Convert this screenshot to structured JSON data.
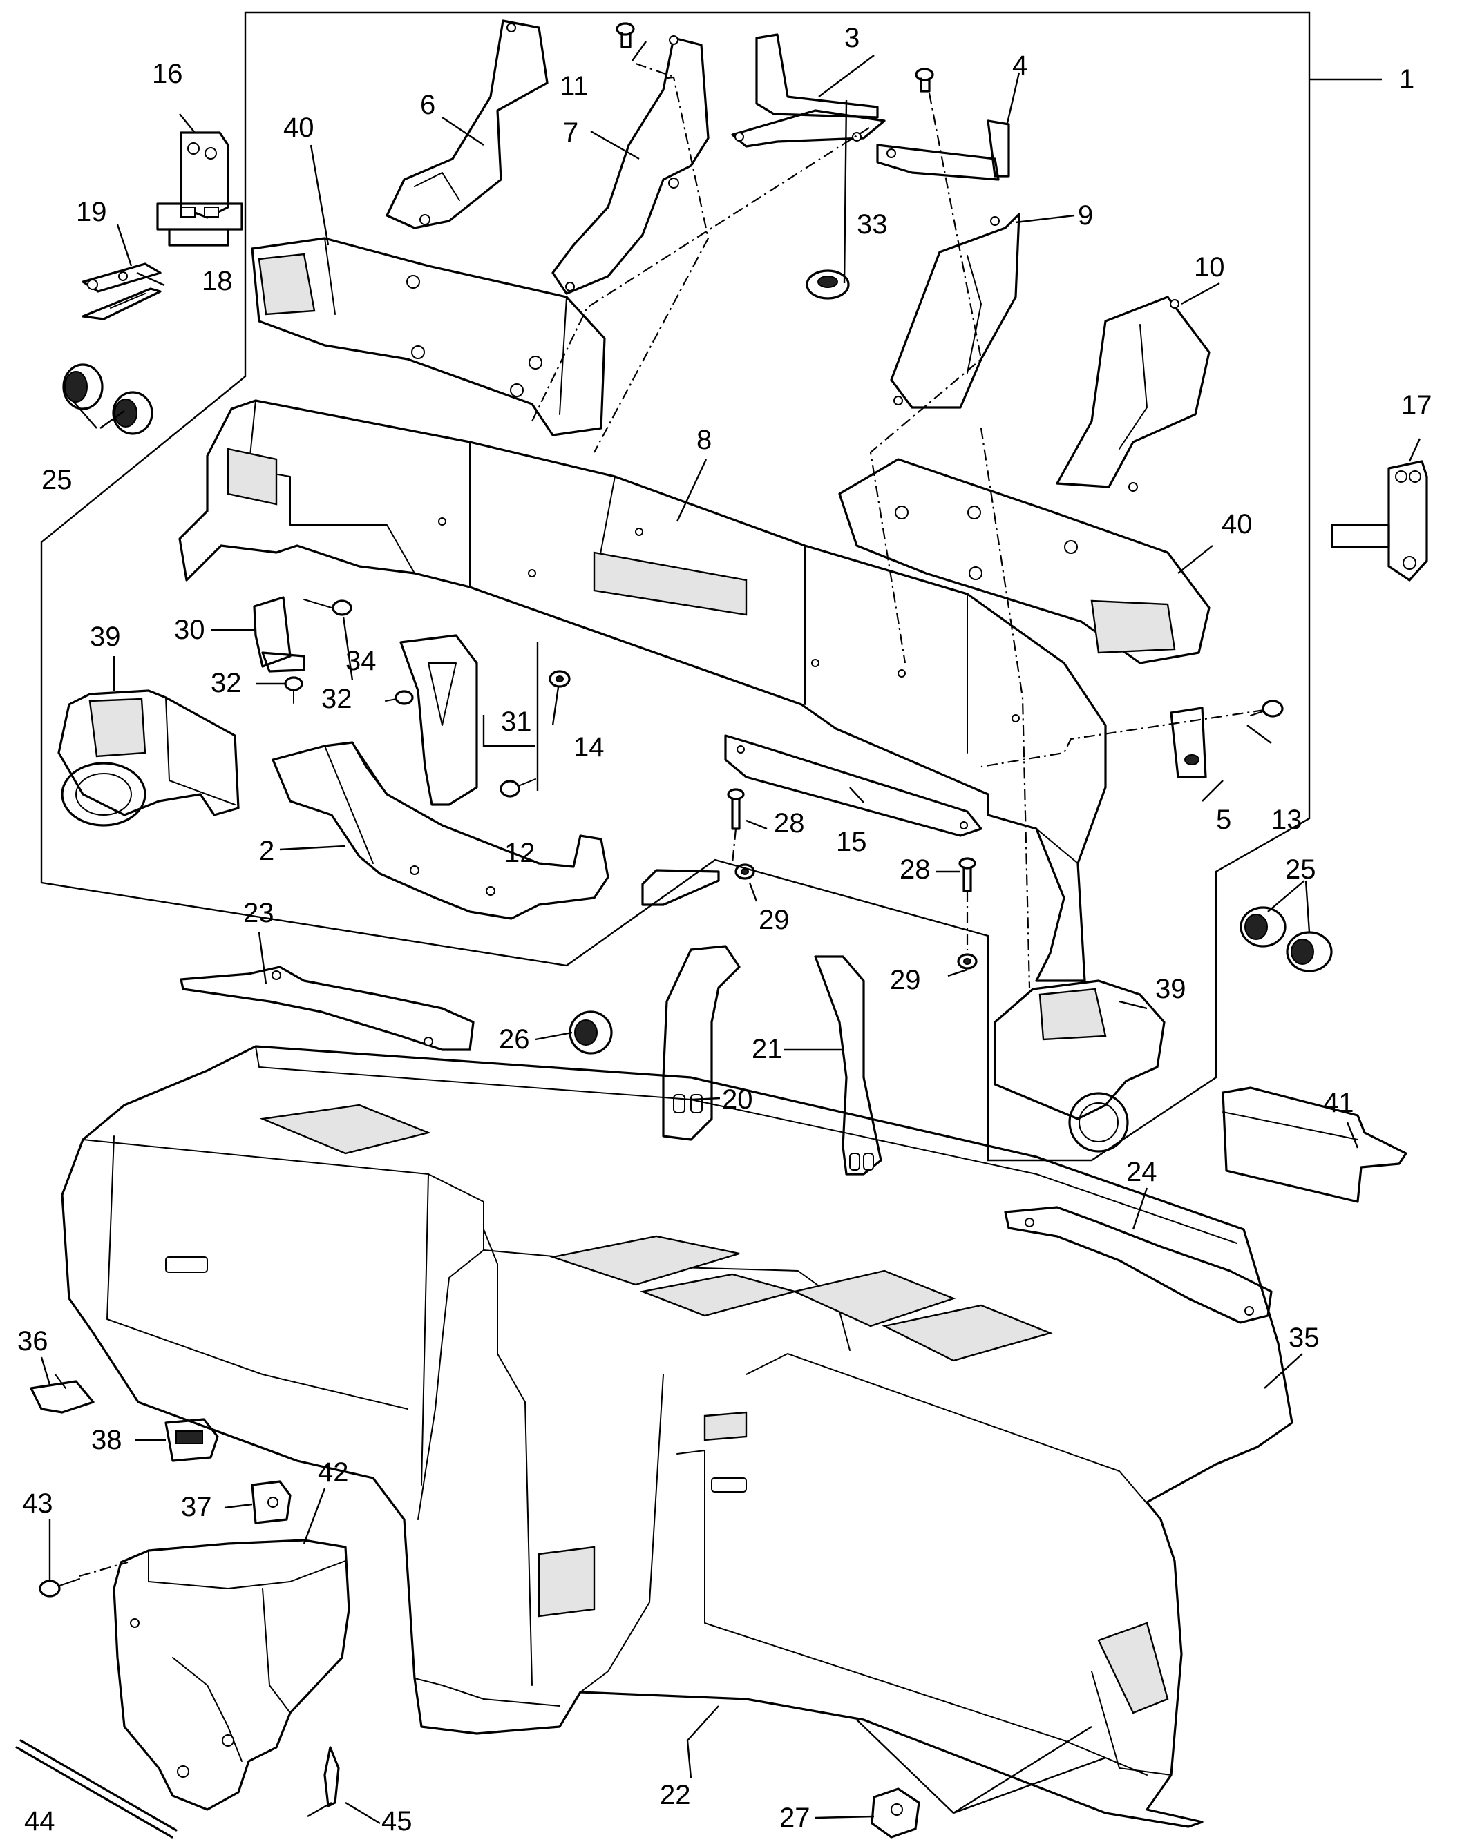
{
  "callouts": [
    {
      "id": "c1",
      "text": "1"
    },
    {
      "id": "c2",
      "text": "2"
    },
    {
      "id": "c3",
      "text": "3"
    },
    {
      "id": "c4",
      "text": "4"
    },
    {
      "id": "c5",
      "text": "5"
    },
    {
      "id": "c6",
      "text": "6"
    },
    {
      "id": "c7",
      "text": "7"
    },
    {
      "id": "c8",
      "text": "8"
    },
    {
      "id": "c9",
      "text": "9"
    },
    {
      "id": "c10",
      "text": "10"
    },
    {
      "id": "c11",
      "text": "11"
    },
    {
      "id": "c12",
      "text": "12"
    },
    {
      "id": "c13",
      "text": "13"
    },
    {
      "id": "c14",
      "text": "14"
    },
    {
      "id": "c15",
      "text": "15"
    },
    {
      "id": "c16",
      "text": "16"
    },
    {
      "id": "c17",
      "text": "17"
    },
    {
      "id": "c18",
      "text": "18"
    },
    {
      "id": "c19",
      "text": "19"
    },
    {
      "id": "c20",
      "text": "20"
    },
    {
      "id": "c21",
      "text": "21"
    },
    {
      "id": "c22",
      "text": "22"
    },
    {
      "id": "c23",
      "text": "23"
    },
    {
      "id": "c24",
      "text": "24"
    },
    {
      "id": "c25a",
      "text": "25"
    },
    {
      "id": "c25b",
      "text": "25"
    },
    {
      "id": "c26",
      "text": "26"
    },
    {
      "id": "c27",
      "text": "27"
    },
    {
      "id": "c28a",
      "text": "28"
    },
    {
      "id": "c28b",
      "text": "28"
    },
    {
      "id": "c29a",
      "text": "29"
    },
    {
      "id": "c29b",
      "text": "29"
    },
    {
      "id": "c30",
      "text": "30"
    },
    {
      "id": "c31",
      "text": "31"
    },
    {
      "id": "c32a",
      "text": "32"
    },
    {
      "id": "c32b",
      "text": "32"
    },
    {
      "id": "c33",
      "text": "33"
    },
    {
      "id": "c34",
      "text": "34"
    },
    {
      "id": "c35",
      "text": "35"
    },
    {
      "id": "c36",
      "text": "36"
    },
    {
      "id": "c37",
      "text": "37"
    },
    {
      "id": "c38",
      "text": "38"
    },
    {
      "id": "c39a",
      "text": "39"
    },
    {
      "id": "c39b",
      "text": "39"
    },
    {
      "id": "c40a",
      "text": "40"
    },
    {
      "id": "c40b",
      "text": "40"
    },
    {
      "id": "c41",
      "text": "41"
    },
    {
      "id": "c42",
      "text": "42"
    },
    {
      "id": "c43",
      "text": "43"
    },
    {
      "id": "c44",
      "text": "44"
    },
    {
      "id": "c45",
      "text": "45"
    }
  ]
}
